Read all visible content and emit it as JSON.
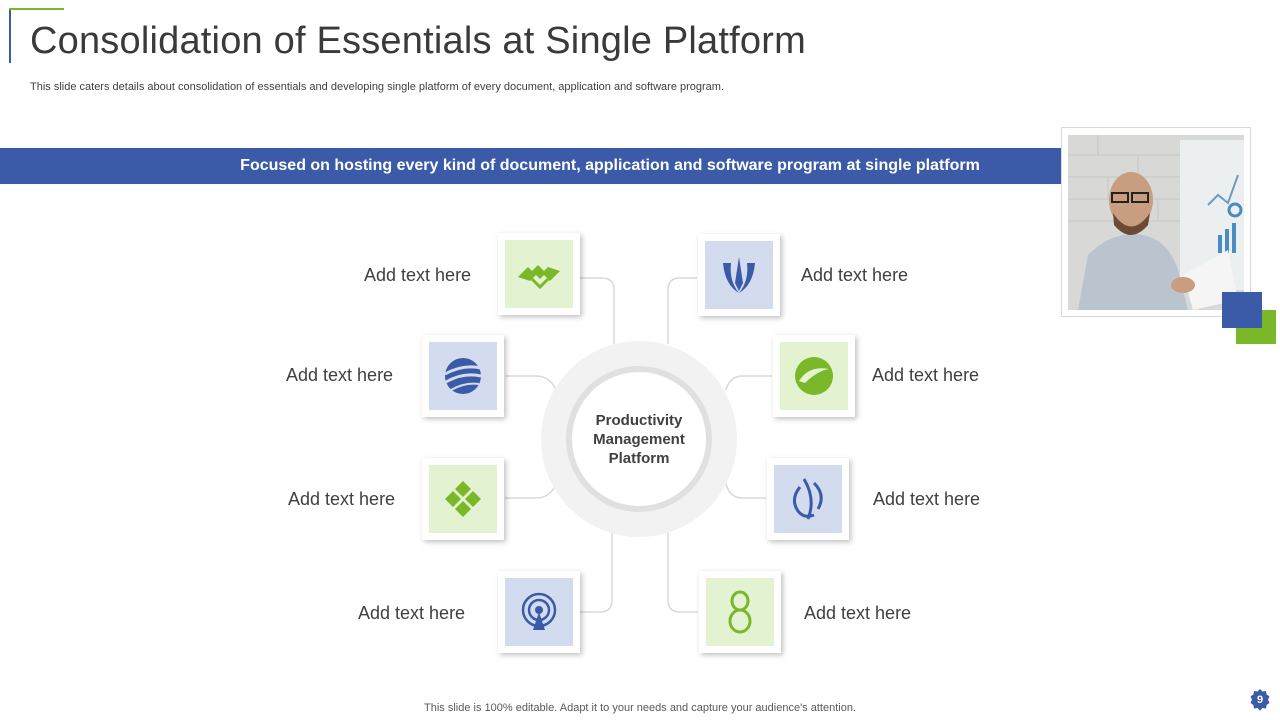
{
  "slide": {
    "title": "Consolidation of Essentials at Single Platform",
    "subtitle": "This slide caters details about consolidation of essentials and developing single platform of every document, application and software program.",
    "banner": "Focused on hosting every kind of document, application and software program at single platform",
    "center": {
      "line1": "Productivity",
      "line2": "Management",
      "line3": "Platform"
    },
    "items": [
      {
        "label": "Add text here",
        "icon": "handshake-arrows-icon"
      },
      {
        "label": "Add text here",
        "icon": "globe-swoosh-icon"
      },
      {
        "label": "Add text here",
        "icon": "diamond-cluster-icon"
      },
      {
        "label": "Add text here",
        "icon": "signal-tower-icon"
      },
      {
        "label": "Add text here",
        "icon": "wings-emblem-icon"
      },
      {
        "label": "Add text here",
        "icon": "leaf-circle-icon"
      },
      {
        "label": "Add text here",
        "icon": "leaf-ring-icon"
      },
      {
        "label": "Add text here",
        "icon": "infinity-eight-icon"
      }
    ],
    "footer": "This slide is 100% editable. Adapt it to your needs and capture your audience's attention.",
    "page_number": "9",
    "colors": {
      "blue": "#3b5ba9",
      "green": "#7ab829",
      "green_tint": "#e3f3d1",
      "blue_tint": "#d3dcee"
    }
  }
}
